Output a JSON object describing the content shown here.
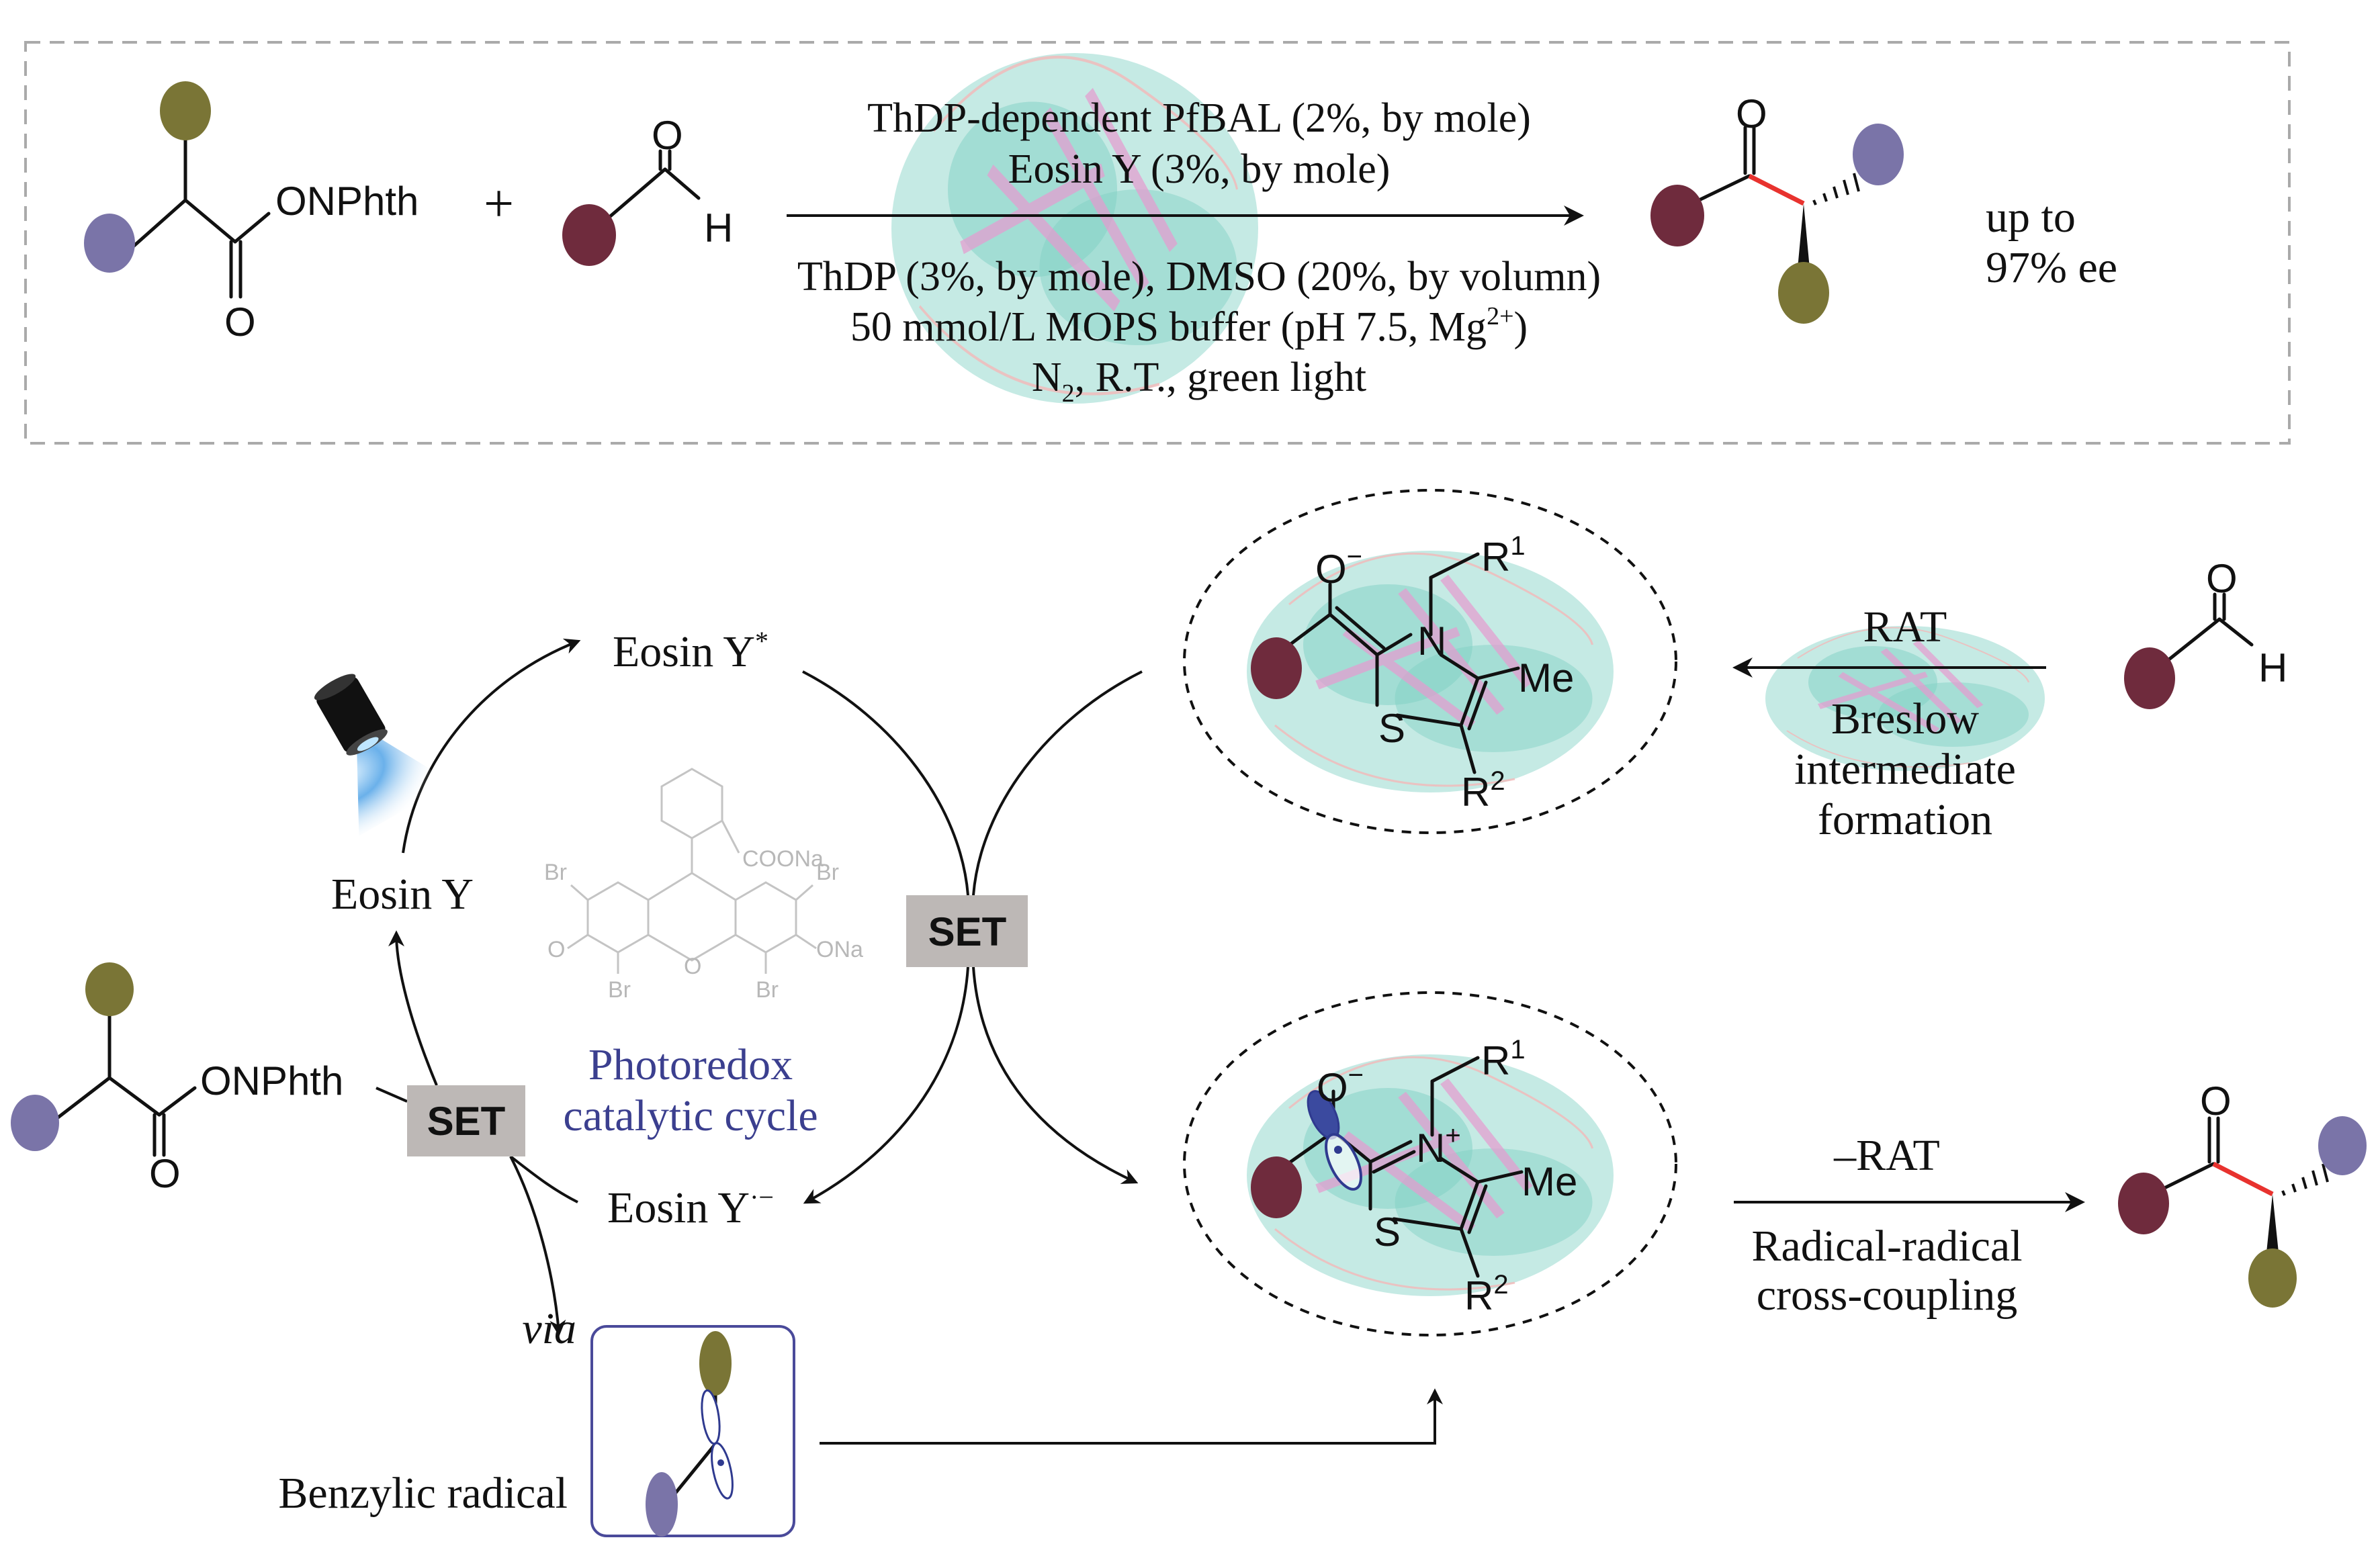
{
  "colors": {
    "olive": "#7a7536",
    "lavender": "#7a74a8",
    "maroon": "#6f2b3d",
    "red_bond": "#e8322e",
    "set_box": "#bdb8b6",
    "dashed_border": "#aaaaaa",
    "photoredox_text": "#3b3f8f",
    "protein_teal": "#7fd0c4",
    "protein_pink": "#e79bd0",
    "orbital_blue": "#2f3a8f",
    "eosin_structure": "#c4c4c4"
  },
  "top_scheme": {
    "substrate_label": "ONPhth",
    "substrate_carbonyl_o": "O",
    "plus": "+",
    "aldehyde_o": "O",
    "aldehyde_h": "H",
    "conditions_above": [
      "ThDP-dependent PfBAL (2%, by mole)",
      "Eosin Y (3%, by mole)"
    ],
    "conditions_below": [
      "ThDP (3%, by mole), DMSO (20%, by volumn)",
      "50 mmol/L MOPS buffer (pH 7.5, Mg",
      "N"
    ],
    "mg_charge": "2+",
    "mops_close": ")",
    "n2_sub": "2",
    "n2_rest": ", R.T., green light",
    "product_o": "O",
    "ee_line1": "up to",
    "ee_line2": "97% ee"
  },
  "cycle": {
    "eosin_excited": "Eosin Y",
    "eosin_excited_sup": "*",
    "eosin_ground": "Eosin Y",
    "eosin_radical_anion": "Eosin Y",
    "eosin_radical_anion_sup": "·−",
    "title_line1": "Photoredox",
    "title_line2": "catalytic cycle",
    "set_right": "SET",
    "set_left": "SET",
    "light_icon": "flashlight-icon",
    "eosin_structure_labels": {
      "coona": "COONa",
      "br": "Br",
      "ona": "ONa",
      "o_ketone": "O",
      "o_ring": "O"
    }
  },
  "substrate_bottom": {
    "label": "ONPhth",
    "carbonyl_o": "O"
  },
  "radical": {
    "via": "via",
    "label": "Benzylic radical"
  },
  "breslow": {
    "o_minus": "O",
    "minus": "−",
    "r1": "R",
    "r1_sup": "1",
    "n": "N",
    "me": "Me",
    "s": "S",
    "r2": "R",
    "r2_sup": "2"
  },
  "rat_step": {
    "above": "RAT",
    "below": [
      "Breslow",
      "intermediate",
      "formation"
    ],
    "aldehyde_o": "O",
    "aldehyde_h": "H"
  },
  "radical_intermediate": {
    "o_minus": "O",
    "minus": "−",
    "r1": "R",
    "r1_sup": "1",
    "n": "N",
    "plus": "+",
    "me": "Me",
    "s": "S",
    "r2": "R",
    "r2_sup": "2"
  },
  "coupling_step": {
    "above": "–RAT",
    "below": [
      "Radical-radical",
      "cross-coupling"
    ],
    "product_o": "O"
  }
}
